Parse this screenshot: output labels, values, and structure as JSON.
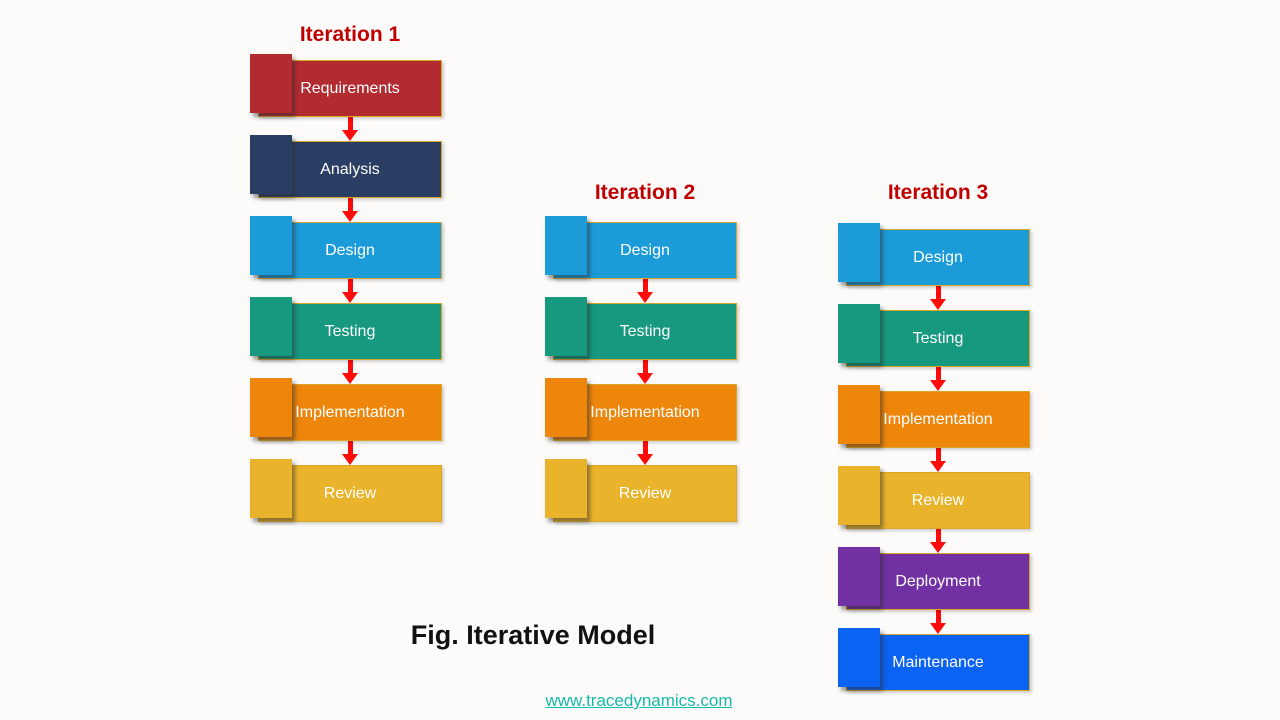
{
  "diagram": {
    "caption": "Fig. Iterative Model",
    "footer_link": "www.tracedynamics.com"
  },
  "columns": [
    {
      "title": "Iteration 1",
      "steps": [
        {
          "label": "Requirements",
          "color": "#b12b31"
        },
        {
          "label": "Analysis",
          "color": "#2a3e63"
        },
        {
          "label": "Design",
          "color": "#1c9bd9"
        },
        {
          "label": "Testing",
          "color": "#16997f"
        },
        {
          "label": "Implementation",
          "color": "#ee860c"
        },
        {
          "label": "Review",
          "color": "#e9b32b"
        }
      ]
    },
    {
      "title": "Iteration 2",
      "steps": [
        {
          "label": "Design",
          "color": "#1c9bd9"
        },
        {
          "label": "Testing",
          "color": "#16997f"
        },
        {
          "label": "Implementation",
          "color": "#ee860c"
        },
        {
          "label": "Review",
          "color": "#e9b32b"
        }
      ]
    },
    {
      "title": "Iteration 3",
      "steps": [
        {
          "label": "Design",
          "color": "#1c9bd9"
        },
        {
          "label": "Testing",
          "color": "#16997f"
        },
        {
          "label": "Implementation",
          "color": "#ee860c"
        },
        {
          "label": "Review",
          "color": "#e9b32b"
        },
        {
          "label": "Deployment",
          "color": "#7231a2"
        },
        {
          "label": "Maintenance",
          "color": "#0b63f3"
        }
      ]
    }
  ],
  "theme": {
    "background": "#fcfbf9",
    "iteration_title_color": "#c00000",
    "box_border_gold": "#d9a62a",
    "arrow_red": "#fe0b0b",
    "box_text_color": "#ffffff",
    "caption_color": "#111111",
    "link_teal": "#15b9ab"
  }
}
